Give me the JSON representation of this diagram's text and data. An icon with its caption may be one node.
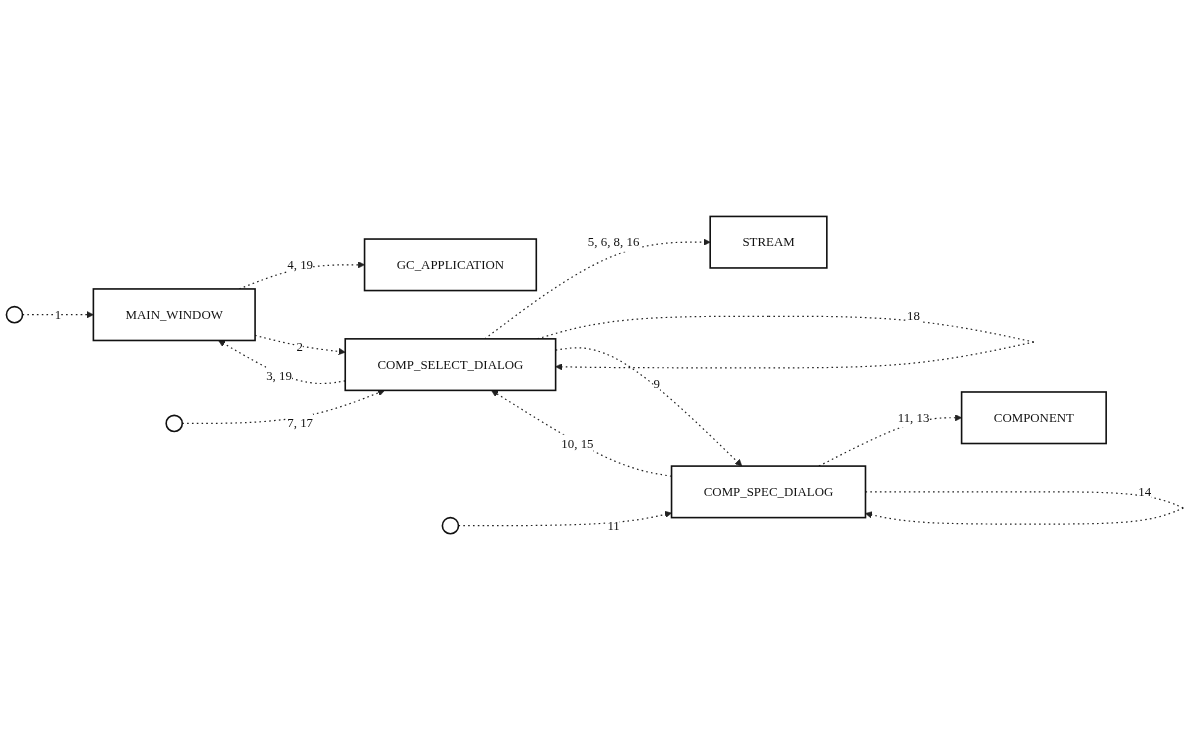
{
  "diagram": {
    "nodes": [
      {
        "text": [
          "GC_APPLICATION"
        ]
      },
      {
        "text": [
          "STREAM"
        ]
      },
      {
        "text": [],
        "shape": "circle"
      },
      {
        "text": [
          "MAIN_WINDOW"
        ]
      },
      {
        "text": [
          "COMP_SELECT_DIALOG"
        ]
      },
      {
        "text": [],
        "shape": "circle"
      },
      {
        "text": [
          "COMPONENT"
        ]
      },
      {
        "text": [
          "COMP_SPEC_DIALOG"
        ]
      },
      {
        "text": [],
        "shape": "circle"
      }
    ],
    "edges": [
      {
        "from": 2,
        "to": 3,
        "arrow": "to",
        "label": "1",
        "style": "dashed"
      },
      {
        "from": 3,
        "to": 0,
        "arrow": "to",
        "label": "4, 19",
        "style": "dashed"
      },
      {
        "from": 3,
        "to": 4,
        "arrow": "to",
        "label": "2",
        "style": "dashed"
      },
      {
        "from": 4,
        "to": 3,
        "arrow": "to",
        "label": "3, 19",
        "style": "dashed"
      },
      {
        "from": 4,
        "to": 1,
        "arrow": "to",
        "label": "5, 6, 8, 16",
        "style": "dashed"
      },
      {
        "from": 5,
        "to": 4,
        "arrow": "to",
        "label": "7, 17",
        "style": "dashed"
      },
      {
        "from": 4,
        "to": 4,
        "arrow": "to",
        "label": "18",
        "style": "dashed"
      },
      {
        "from": 7,
        "to": 4,
        "arrow": "to",
        "label": "10, 15",
        "style": "dashed"
      },
      {
        "from": 4,
        "to": 7,
        "arrow": "to",
        "label": "9",
        "style": "dashed"
      },
      {
        "from": 7,
        "to": 6,
        "arrow": "to",
        "label": "11, 13",
        "style": "dashed"
      },
      {
        "from": 8,
        "to": 7,
        "arrow": "to",
        "label": "11",
        "style": "dashed"
      },
      {
        "from": 7,
        "to": 7,
        "arrow": "to",
        "label": "14",
        "style": "dashed"
      }
    ]
  }
}
